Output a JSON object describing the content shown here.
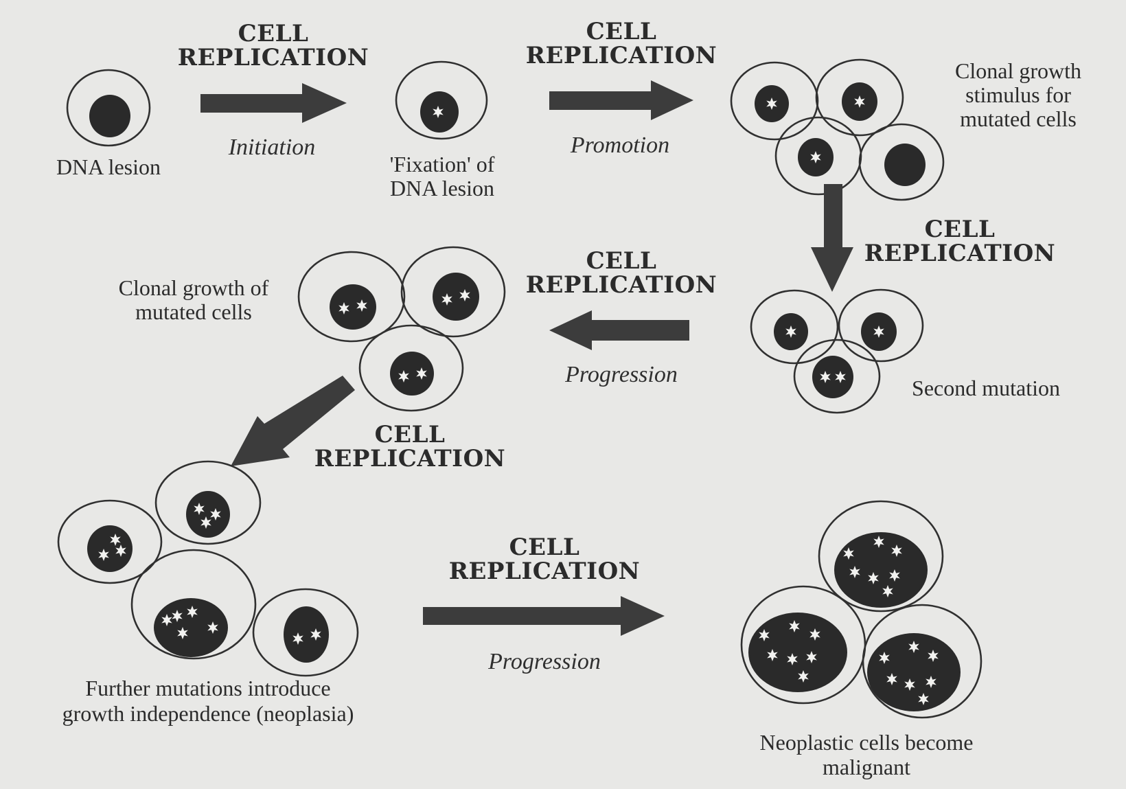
{
  "diagram": {
    "replication_line1": "CELL",
    "replication_line2": "REPLICATION",
    "stages": {
      "initiation": "Initiation",
      "promotion": "Promotion",
      "progression_1": "Progression",
      "progression_2": "Progression"
    },
    "captions": {
      "dna_lesion": "DNA lesion",
      "fixation_1": "'Fixation' of",
      "fixation_2": "DNA lesion",
      "clonal_stimulus_1": "Clonal growth",
      "clonal_stimulus_2": "stimulus for",
      "clonal_stimulus_3": "mutated cells",
      "second_mutation": "Second mutation",
      "clonal_growth_1": "Clonal growth of",
      "clonal_growth_2": "mutated cells",
      "further_1": "Further mutations introduce",
      "further_2": "growth independence (neoplasia)",
      "neoplastic_1": "Neoplastic cells become",
      "neoplastic_2": "malignant"
    },
    "colors": {
      "background": "#e8e8e6",
      "ink": "#2a2a2a",
      "mutation_marker": "#f2f2f0"
    }
  }
}
